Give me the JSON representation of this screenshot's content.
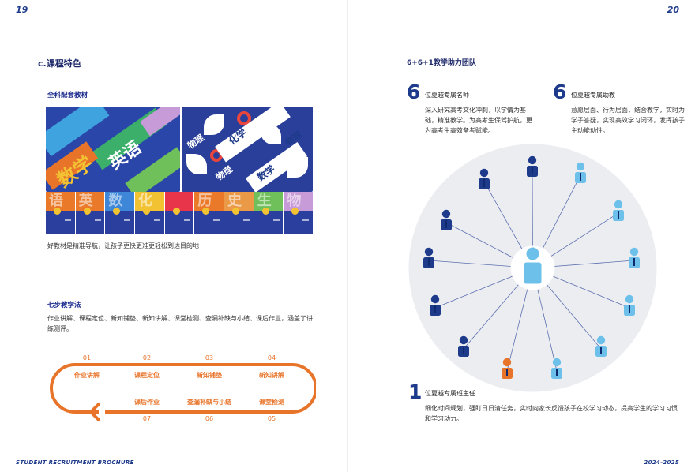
{
  "left": {
    "page_number": "19",
    "footer": "STUDENT RECRUITMENT BROCHURE",
    "section_title": "c.课程特色",
    "materials": {
      "heading": "全科配套教材",
      "caption": "好教材是精准导航，让孩子更快更准更轻松到达目的地",
      "tile_words": [
        "数学",
        "英语",
        "化学",
        "物理",
        "物理",
        "数学",
        "物理"
      ],
      "strip_colors": [
        "#ea7a2a",
        "#ea7a2a",
        "#3d86d8",
        "#f2c233",
        "#e8354a",
        "#ea7a2a",
        "#ea9a46",
        "#6fbf5a",
        "#c79ad8"
      ],
      "strip_glyphs": [
        "语",
        "英",
        "数",
        "化",
        "",
        "历",
        "史",
        "生",
        "物"
      ]
    },
    "method": {
      "heading": "七步教学法",
      "description": "作业讲解、课程定位、新知铺垫、新知讲解、课堂检测、查漏补缺与小结、课后作业，涵盖了讲练测评。",
      "steps": [
        {
          "num": "01",
          "label": "作业讲解"
        },
        {
          "num": "02",
          "label": "课程定位"
        },
        {
          "num": "03",
          "label": "新知铺垫"
        },
        {
          "num": "04",
          "label": "新知讲解"
        },
        {
          "num": "05",
          "label": "课堂检测"
        },
        {
          "num": "06",
          "label": "查漏补缺与小结"
        },
        {
          "num": "07",
          "label": "课后作业"
        }
      ]
    }
  },
  "right": {
    "page_number": "20",
    "footer": "2024-2025",
    "section_title": "6+6+1教学助力团队",
    "teachers": {
      "number": "6",
      "role": "位夏越专属名师",
      "description": "深入研究高考文化冲刺，以学情为基础，精准教学。为高考生保驾护航，更为高考生高效备考赋能。"
    },
    "assistants": {
      "number": "6",
      "role": "位夏越专属助教",
      "description": "意愿层面、行为层面，结合教学，实时为学子答疑，实现高效学习闭环，发挥孩子主动能动性。"
    },
    "head_teacher": {
      "number": "1",
      "role": "位夏越专属班主任",
      "description": "细化时间规划，强盯日日清任务，实时向家长反馈孩子在校学习动态，提高学生的学习习惯和学习动力。"
    },
    "colors": {
      "dark_blue": "#1e3a8a",
      "light_blue": "#6cc0ea",
      "orange": "#e8742a",
      "wheel_bg": "#ecedf1"
    }
  }
}
